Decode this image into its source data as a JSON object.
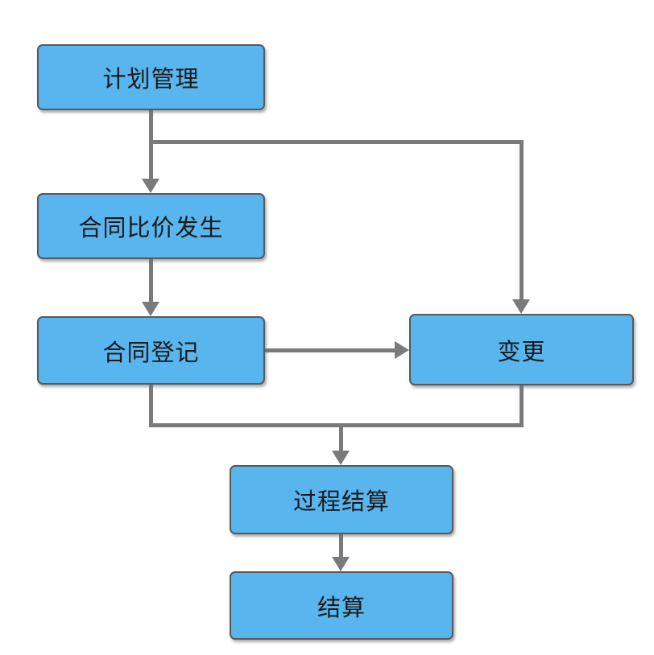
{
  "colors": {
    "node-fill": "#58B5ED",
    "node-border": "#58595B",
    "connector": "#7A7A7A",
    "text": "#1A1A1A",
    "bg": "#FFFFFF"
  },
  "nodes": [
    {
      "id": "plan",
      "label": "计划管理"
    },
    {
      "id": "compare",
      "label": "合同比价发生"
    },
    {
      "id": "register",
      "label": "合同登记"
    },
    {
      "id": "change",
      "label": "变更"
    },
    {
      "id": "process",
      "label": "过程结算"
    },
    {
      "id": "settle",
      "label": "结算"
    }
  ],
  "edges": [
    {
      "from": "计划管理",
      "to": "合同比价发生"
    },
    {
      "from": "计划管理",
      "to": "变更"
    },
    {
      "from": "合同比价发生",
      "to": "合同登记"
    },
    {
      "from": "合同登记",
      "to": "变更"
    },
    {
      "from": "合同登记",
      "to": "过程结算"
    },
    {
      "from": "变更",
      "to": "过程结算"
    },
    {
      "from": "过程结算",
      "to": "结算"
    }
  ]
}
